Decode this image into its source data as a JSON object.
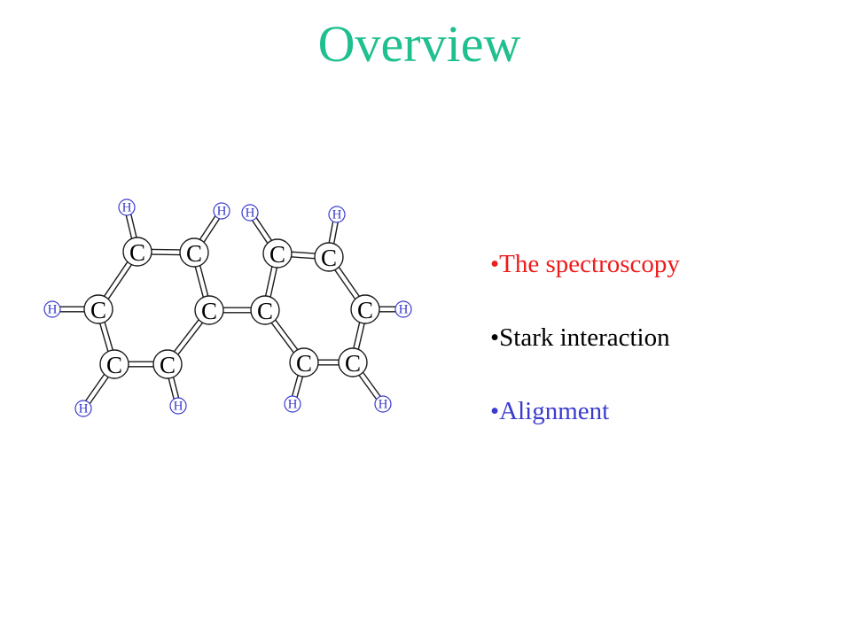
{
  "slide": {
    "title": "Overview",
    "title_color": "#1fbf8f"
  },
  "bullets": [
    {
      "text": "•The spectroscopy",
      "color": "#ee1c1c"
    },
    {
      "text": "•Stark interaction",
      "color": "#000000"
    },
    {
      "text": "•Alignment",
      "color": "#3b3bcf"
    }
  ],
  "molecule": {
    "carbon_label": "C",
    "hydrogen_label": "H",
    "hydrogen_color": "#3b3bcf",
    "carbon_count": 12,
    "hydrogen_count": 10
  }
}
